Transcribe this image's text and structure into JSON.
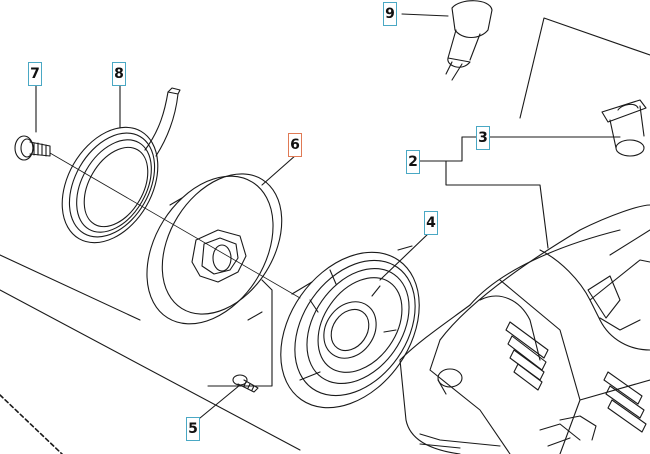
{
  "callouts": [
    {
      "id": "c9",
      "label": "9",
      "highlighted": false
    },
    {
      "id": "c7",
      "label": "7",
      "highlighted": false
    },
    {
      "id": "c8",
      "label": "8",
      "highlighted": false
    },
    {
      "id": "c3",
      "label": "3",
      "highlighted": false
    },
    {
      "id": "c2",
      "label": "2",
      "highlighted": false
    },
    {
      "id": "c6",
      "label": "6",
      "highlighted": true
    },
    {
      "id": "c4",
      "label": "4",
      "highlighted": false
    },
    {
      "id": "c5",
      "label": "5",
      "highlighted": false
    }
  ],
  "colors": {
    "callout_border": "#4aa8c4",
    "highlight_border": "#e07a55",
    "line": "#1a1a1a"
  }
}
